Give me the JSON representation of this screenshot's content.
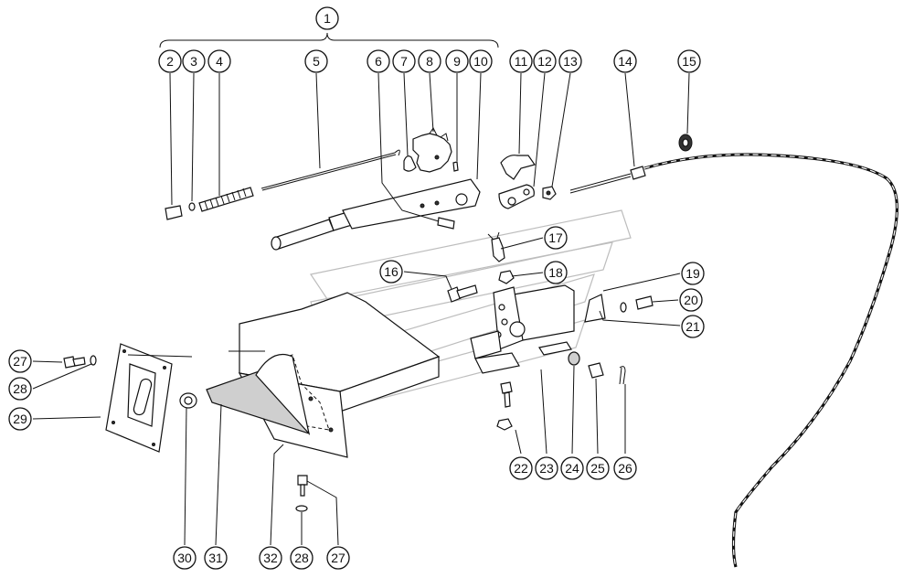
{
  "diagram": {
    "callouts": [
      "1",
      "2",
      "3",
      "4",
      "5",
      "6",
      "7",
      "8",
      "9",
      "10",
      "11",
      "12",
      "13",
      "14",
      "15",
      "16",
      "17",
      "18",
      "19",
      "20",
      "21",
      "22",
      "23",
      "24",
      "25",
      "26",
      "27",
      "28",
      "29",
      "30",
      "31",
      "32",
      "28",
      "27"
    ]
  }
}
